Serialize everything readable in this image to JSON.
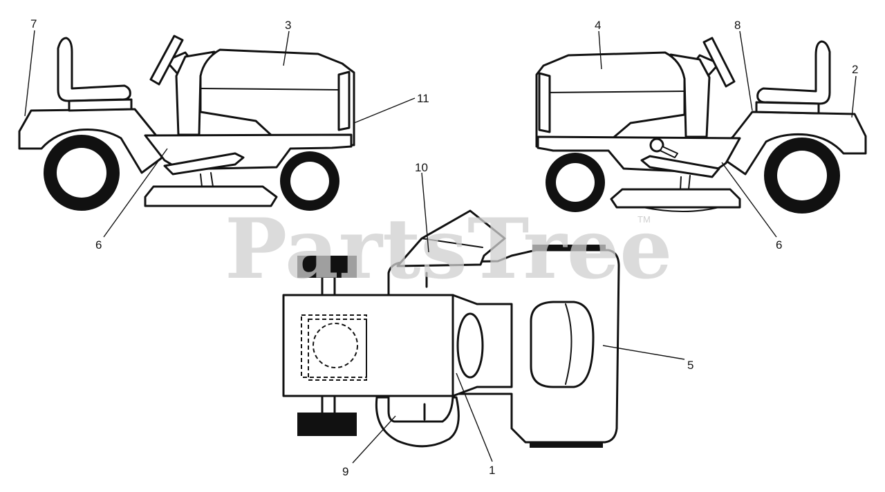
{
  "watermark": {
    "brand": "PartsTree",
    "trademark": "TM"
  },
  "callouts": [
    {
      "id": "c1",
      "label": "1"
    },
    {
      "id": "c2",
      "label": "2"
    },
    {
      "id": "c3",
      "label": "3"
    },
    {
      "id": "c4",
      "label": "4"
    },
    {
      "id": "c5",
      "label": "5"
    },
    {
      "id": "c6-left",
      "label": "6"
    },
    {
      "id": "c6-right",
      "label": "6"
    },
    {
      "id": "c7",
      "label": "7"
    },
    {
      "id": "c8",
      "label": "8"
    },
    {
      "id": "c9",
      "label": "9"
    },
    {
      "id": "c10",
      "label": "10"
    },
    {
      "id": "c11",
      "label": "11"
    }
  ]
}
